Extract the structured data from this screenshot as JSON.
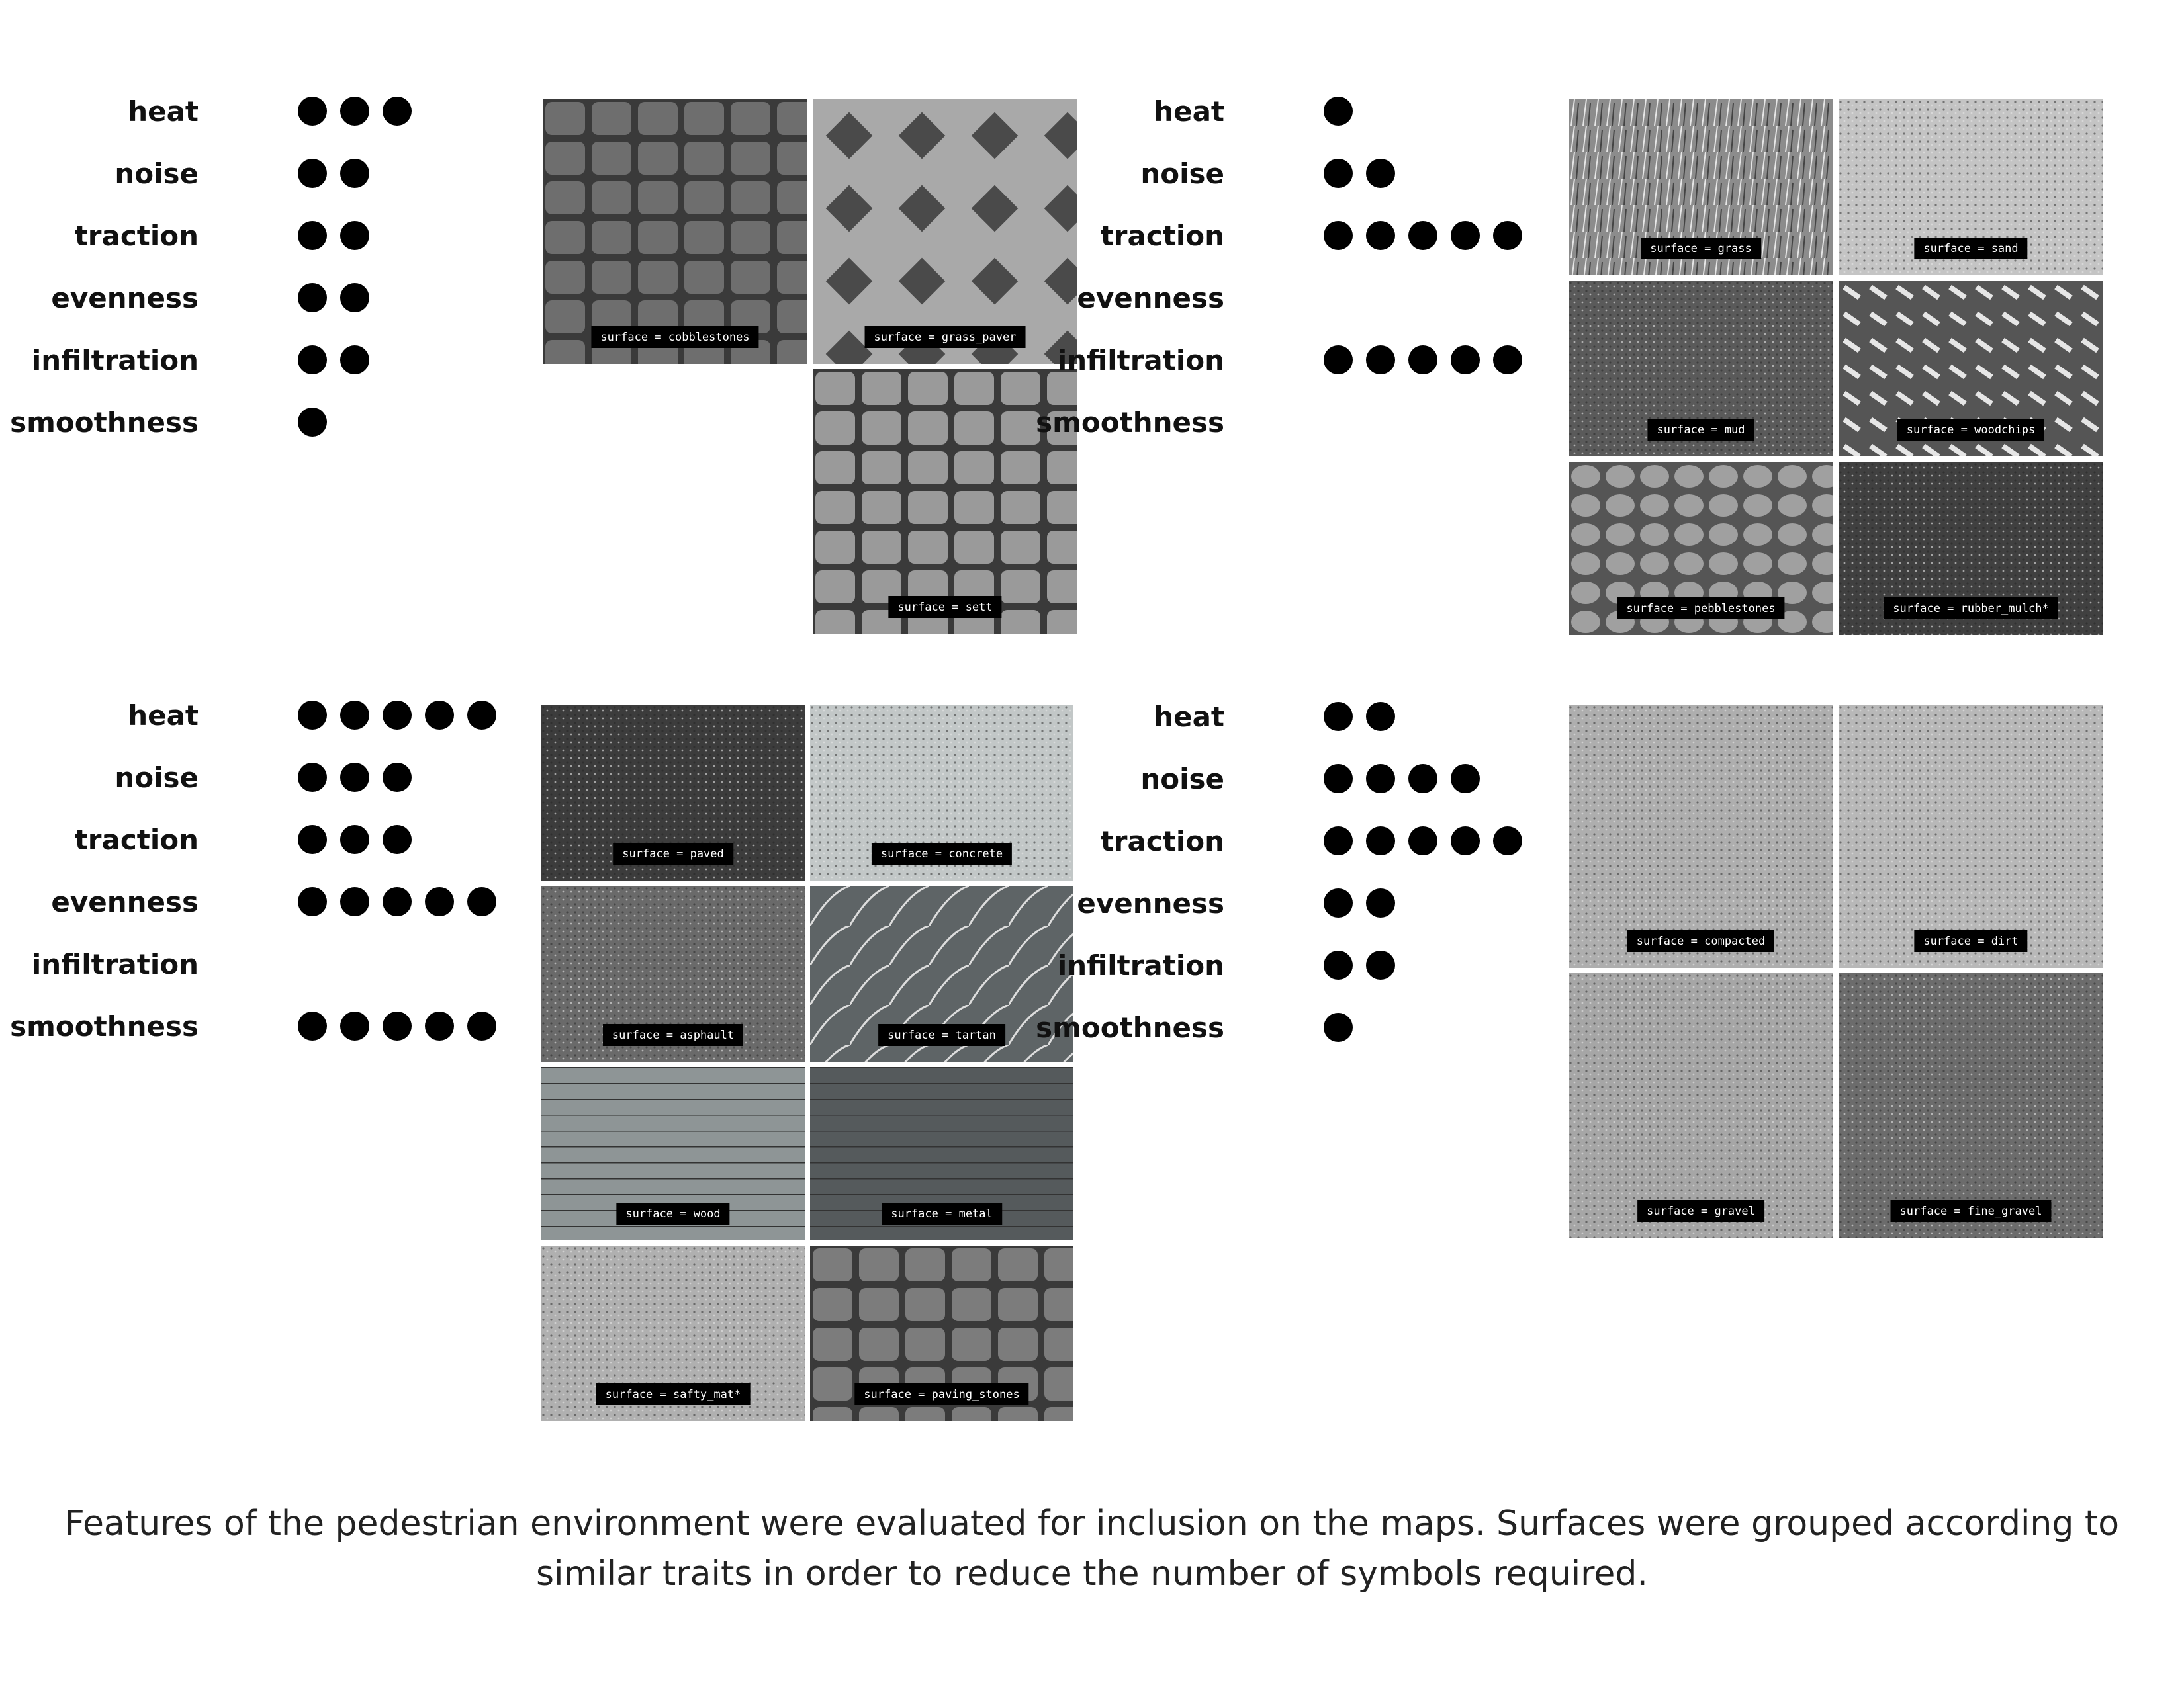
{
  "trait_labels": [
    "heat",
    "noise",
    "traction",
    "evenness",
    "infiltration",
    "smoothness"
  ],
  "groups": [
    {
      "id": "group-stone",
      "ratings": [
        {
          "label": "heat",
          "level": 3
        },
        {
          "label": "noise",
          "level": 2
        },
        {
          "label": "traction",
          "level": 2
        },
        {
          "label": "evenness",
          "level": 2
        },
        {
          "label": "infiltration",
          "level": 2
        },
        {
          "label": "smoothness",
          "level": 1
        }
      ],
      "surfaces": [
        {
          "caption": "surface = cobblestones",
          "texture": "cobblestones-texture",
          "tone": "#6e6e6e"
        },
        {
          "caption": "surface = grass_paver",
          "texture": "grass-paver-texture",
          "tone": "#a9a9a9"
        },
        {
          "caption": "surface = sett",
          "texture": "sett-texture",
          "tone": "#9a9a9a"
        }
      ]
    },
    {
      "id": "group-soft",
      "ratings": [
        {
          "label": "heat",
          "level": 1
        },
        {
          "label": "noise",
          "level": 2
        },
        {
          "label": "traction",
          "level": 5
        },
        {
          "label": "evenness",
          "level": 0
        },
        {
          "label": "infiltration",
          "level": 5
        },
        {
          "label": "smoothness",
          "level": 0
        }
      ],
      "surfaces": [
        {
          "caption": "surface = grass",
          "texture": "grass-texture",
          "tone": "#8c8c8c"
        },
        {
          "caption": "surface = sand",
          "texture": "sand-texture",
          "tone": "#c4c4c4"
        },
        {
          "caption": "surface = mud",
          "texture": "mud-texture",
          "tone": "#5a5a5a"
        },
        {
          "caption": "surface = woodchips",
          "texture": "woodchips-texture",
          "tone": "#8a8a8a"
        },
        {
          "caption": "surface = pebblestones",
          "texture": "pebblestones-texture",
          "tone": "#a0a0a0"
        },
        {
          "caption": "surface = rubber_mulch*",
          "texture": "rubber-mulch-texture",
          "tone": "#404040"
        }
      ]
    },
    {
      "id": "group-hard",
      "ratings": [
        {
          "label": "heat",
          "level": 5
        },
        {
          "label": "noise",
          "level": 3
        },
        {
          "label": "traction",
          "level": 3
        },
        {
          "label": "evenness",
          "level": 5
        },
        {
          "label": "infiltration",
          "level": 0
        },
        {
          "label": "smoothness",
          "level": 5
        }
      ],
      "surfaces": [
        {
          "caption": "surface = paved",
          "texture": "paved-texture",
          "tone": "#3c3c3c"
        },
        {
          "caption": "surface = concrete",
          "texture": "concrete-texture",
          "tone": "#c2c7c7"
        },
        {
          "caption": "surface = asphault",
          "texture": "asphalt-texture",
          "tone": "#6a6a6a"
        },
        {
          "caption": "surface = tartan",
          "texture": "tartan-texture",
          "tone": "#5e6466"
        },
        {
          "caption": "surface = wood",
          "texture": "wood-texture",
          "tone": "#8e9596"
        },
        {
          "caption": "surface = metal",
          "texture": "metal-texture",
          "tone": "#555a5c"
        },
        {
          "caption": "surface = safty_mat*",
          "texture": "safety-mat-texture",
          "tone": "#b0b0b0"
        },
        {
          "caption": "surface = paving_stones",
          "texture": "paving-stones-texture",
          "tone": "#7c7c7c"
        }
      ]
    },
    {
      "id": "group-loose",
      "ratings": [
        {
          "label": "heat",
          "level": 2
        },
        {
          "label": "noise",
          "level": 4
        },
        {
          "label": "traction",
          "level": 5
        },
        {
          "label": "evenness",
          "level": 2
        },
        {
          "label": "infiltration",
          "level": 2
        },
        {
          "label": "smoothness",
          "level": 1
        }
      ],
      "surfaces": [
        {
          "caption": "surface = compacted",
          "texture": "compacted-texture",
          "tone": "#aeaeae"
        },
        {
          "caption": "surface = dirt",
          "texture": "dirt-texture",
          "tone": "#b8b8b8"
        },
        {
          "caption": "surface = gravel",
          "texture": "gravel-texture",
          "tone": "#a6a6a6"
        },
        {
          "caption": "surface = fine_gravel",
          "texture": "fine-gravel-texture",
          "tone": "#6c6c6c"
        }
      ]
    }
  ],
  "caption_lines": [
    "Features of the pedestrian environment were evaluated for inclusion on the maps. Surfaces were grouped according to",
    "similar traits in order to reduce the number of symbols required."
  ]
}
